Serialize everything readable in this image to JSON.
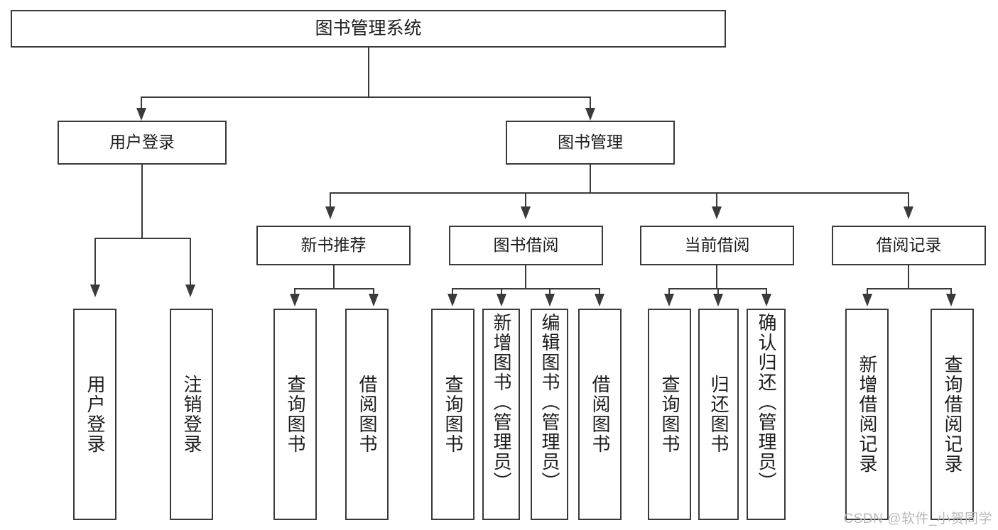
{
  "diagram": {
    "type": "tree",
    "title": "图书管理系统",
    "root": {
      "label": "图书管理系统"
    },
    "level2": [
      {
        "id": "user-login",
        "label": "用户登录"
      },
      {
        "id": "book-manage",
        "label": "图书管理"
      }
    ],
    "level3": [
      {
        "id": "new-book-recommend",
        "label": "新书推荐"
      },
      {
        "id": "book-borrow",
        "label": "图书借阅"
      },
      {
        "id": "current-borrow",
        "label": "当前借阅"
      },
      {
        "id": "borrow-record",
        "label": "借阅记录"
      }
    ],
    "leaves": [
      {
        "id": "leaf-user-login",
        "label": "用户登录",
        "parent": "user-login"
      },
      {
        "id": "leaf-logout-login",
        "label": "注销登录",
        "parent": "user-login"
      },
      {
        "id": "leaf-query-book-1",
        "label": "查询图书",
        "parent": "new-book-recommend"
      },
      {
        "id": "leaf-borrow-book-1",
        "label": "借阅图书",
        "parent": "new-book-recommend"
      },
      {
        "id": "leaf-query-book-2",
        "label": "查询图书",
        "parent": "book-borrow"
      },
      {
        "id": "leaf-add-book",
        "label": "新增图书（管理员）",
        "parent": "book-borrow"
      },
      {
        "id": "leaf-edit-book",
        "label": "编辑图书（管理员）",
        "parent": "book-borrow"
      },
      {
        "id": "leaf-borrow-book-2",
        "label": "借阅图书",
        "parent": "book-borrow"
      },
      {
        "id": "leaf-query-book-3",
        "label": "查询图书",
        "parent": "current-borrow"
      },
      {
        "id": "leaf-return-book",
        "label": "归还图书",
        "parent": "current-borrow"
      },
      {
        "id": "leaf-confirm-return",
        "label": "确认归还（管理员）",
        "parent": "current-borrow"
      },
      {
        "id": "leaf-add-record",
        "label": "新增借阅记录",
        "parent": "borrow-record"
      },
      {
        "id": "leaf-query-record",
        "label": "查询借阅记录",
        "parent": "borrow-record"
      }
    ]
  },
  "watermark": {
    "text": "CSDN @软件_小贺同学"
  },
  "colors": {
    "stroke": "#3a3a3a",
    "text": "#1c1c1c",
    "background": "#ffffff",
    "watermark": "#b9b9b9"
  }
}
